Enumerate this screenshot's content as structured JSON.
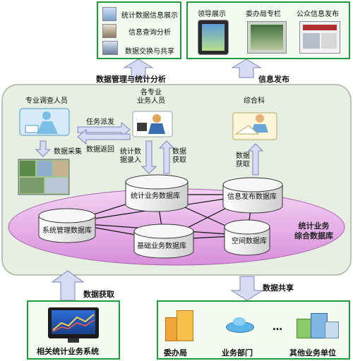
{
  "top_left_box": {
    "items": [
      "统计数据信息展示",
      "信息查询分析",
      "数据交换与共享"
    ],
    "caption": "数据管理与统计分析"
  },
  "top_right_box": {
    "items": [
      "领导展示",
      "委办局专栏",
      "公众信息发布"
    ],
    "caption": "信息发布"
  },
  "center": {
    "person_left": "专业调查人员",
    "person_mid": "各专业\n业务人员",
    "person_right": "综合科",
    "task_dispatch": "任务派发",
    "data_return": "数据返回",
    "data_collect": "数据采集",
    "stat_entry": "统计数\n据录入",
    "data_get_mid": "数据\n获取",
    "data_get_right": "数据\n获取",
    "db_stat": "统计业务数据库",
    "db_publish": "信息发布数据库",
    "db_system": "系统管理数据库",
    "db_base": "基础业务数据库",
    "db_space": "空间数据库",
    "integrated_db": "统计业务\n综合数据库"
  },
  "bottom_left": {
    "arrow_label": "数据获取",
    "caption": "相关统计业务系统"
  },
  "bottom_right": {
    "arrow_label": "数据共享",
    "items": [
      "委办局",
      "业务部门",
      "其他业务单位"
    ],
    "ellipsis": "…"
  },
  "colors": {
    "box_border": "#1c9c3c",
    "panel_bg": "#e6efe2",
    "ellipse_fill": "#e6aee8",
    "arrow_fill": "#d7dcf4",
    "arrow_stroke": "#7d86b8"
  }
}
